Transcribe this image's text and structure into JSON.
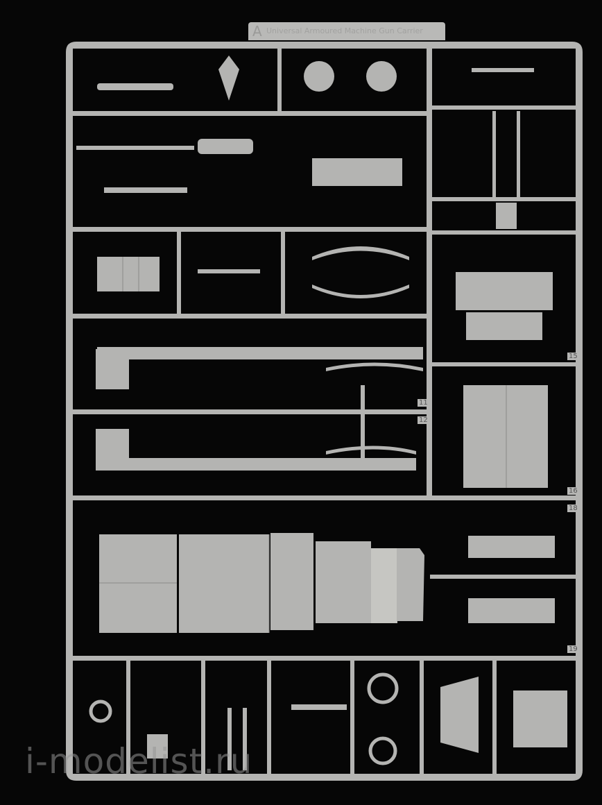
{
  "sprue": {
    "letter": "A",
    "tag_text": "Universal Armoured Machine Gun Carrier",
    "part_numbers": [
      "11",
      "12",
      "15",
      "16",
      "18",
      "19"
    ],
    "plastic_color": "#b4b4b2",
    "background_color": "#060606"
  },
  "watermark": "i-modelist.ru"
}
